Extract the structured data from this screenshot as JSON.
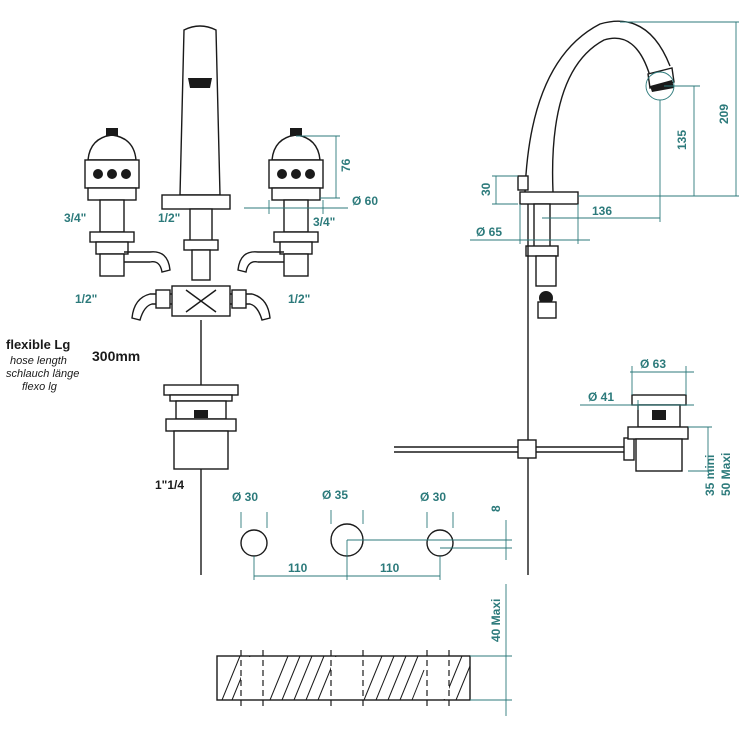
{
  "labels": {
    "thread_left_upper": "3/4\"",
    "thread_left_lower": "1/2\"",
    "thread_spout": "1/2\"",
    "thread_right_upper": "3/4\"",
    "thread_right_lower": "1/2\"",
    "thread_waste": "1\"1/4",
    "hose_title": "flexible Lg",
    "hose_en": "hose length",
    "hose_de": "schlauch länge",
    "hose_it": "flexo lg",
    "hose_value": "300mm"
  },
  "dimensions": {
    "handle_height": "76",
    "handle_dia": "Ø 60",
    "spout_height_total": "209",
    "spout_height_outlet": "135",
    "spout_reach": "136",
    "base_height": "30",
    "base_dia": "Ø 65",
    "waste_top_dia": "Ø 63",
    "waste_body_dia": "Ø 41",
    "waste_range_min": "35 mini",
    "waste_range_max": "50 Maxi",
    "hole_left_dia": "Ø 30",
    "hole_center_dia": "Ø 35",
    "hole_right_dia": "Ø 30",
    "hole_spacing_left": "110",
    "hole_spacing_right": "110",
    "hole_offset": "8",
    "deck_thickness": "40 Maxi"
  },
  "colors": {
    "line": "#1a1a1a",
    "dimension": "#2c7a7b"
  }
}
